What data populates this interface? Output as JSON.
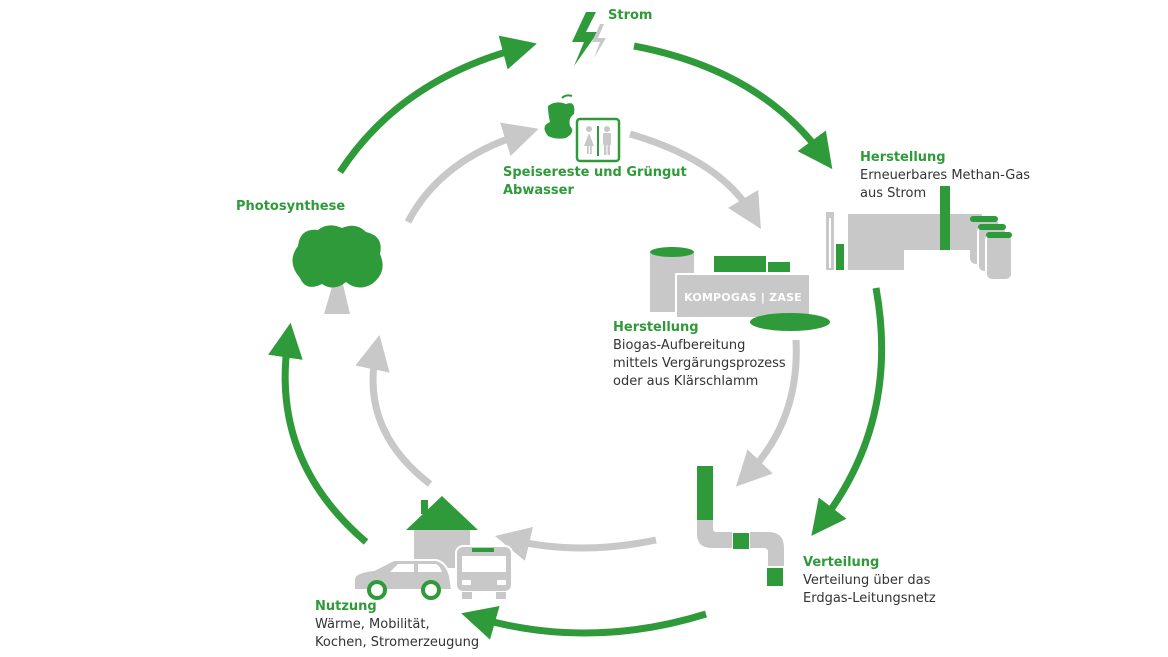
{
  "colors": {
    "green": "#2f9a3a",
    "grey": "#c8c8c8",
    "dark_grey": "#b8b8b8",
    "text": "#333333"
  },
  "nodes": {
    "strom": {
      "title": "Strom",
      "icon": "lightning-icon"
    },
    "speisereste": {
      "title_line1": "Speisereste und Grüngut",
      "title_line2": "Abwasser",
      "icons": [
        "apple-core-icon",
        "restroom-icon"
      ]
    },
    "herstellung_methan": {
      "title": "Herstellung",
      "line1": "Erneuerbares Methan-Gas",
      "line2": "aus Strom",
      "icon": "industrial-plant-icon"
    },
    "herstellung_biogas": {
      "title": "Herstellung",
      "line1": "Biogas-Aufbereitung",
      "line2": "mittels Vergärungsprozess",
      "line3": "oder aus Klärschlamm",
      "plant_label": "KOMPOGAS | ZASE",
      "icon": "biogas-plant-icon"
    },
    "verteilung": {
      "title": "Verteilung",
      "line1": "Verteilung über das",
      "line2": "Erdgas-Leitungsnetz",
      "icon": "pipe-icon"
    },
    "nutzung": {
      "title": "Nutzung",
      "line1": "Wärme, Mobilität,",
      "line2": "Kochen, Stromerzeugung",
      "icons": [
        "house-icon",
        "car-icon",
        "bus-icon"
      ]
    },
    "photosynthese": {
      "title": "Photosynthese",
      "icon": "tree-icon"
    }
  }
}
